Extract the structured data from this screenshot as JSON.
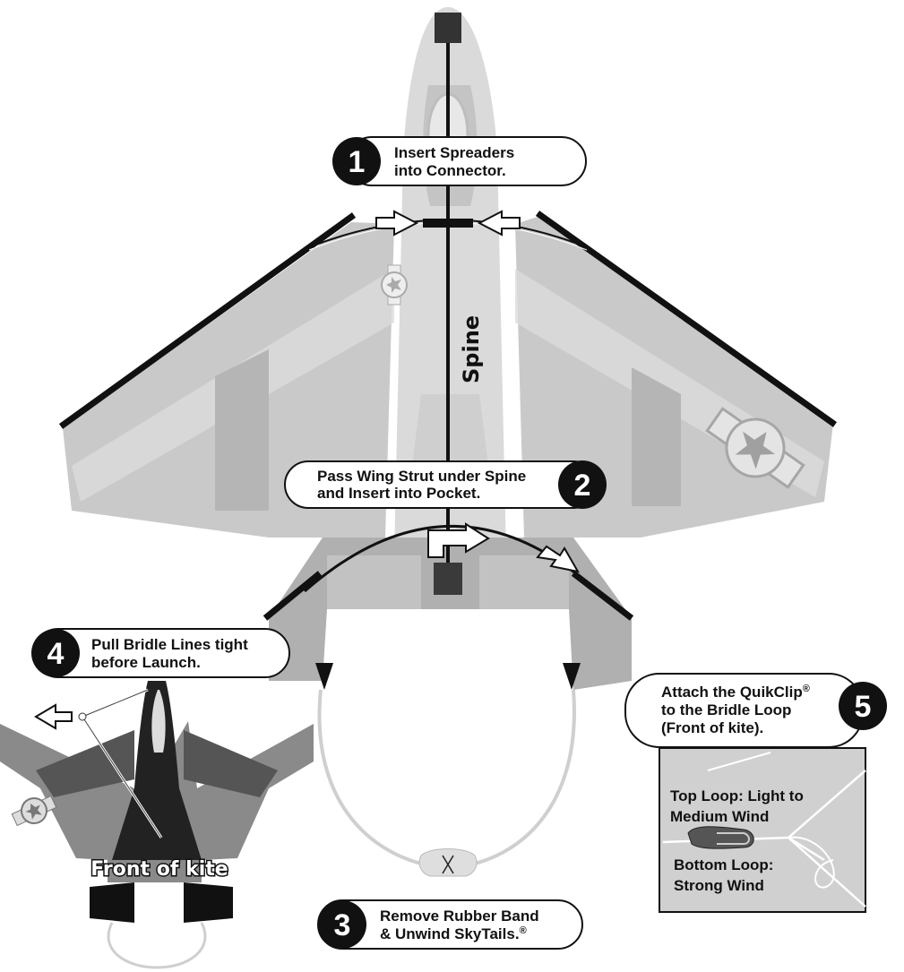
{
  "labels": {
    "spine": "Spine",
    "front_of_kite": "Front of kite"
  },
  "steps": [
    {
      "number": "1",
      "lines": [
        "Insert Spreaders",
        "into Connector."
      ]
    },
    {
      "number": "2",
      "lines": [
        "Pass Wing Strut under Spine",
        "and Insert into Pocket."
      ]
    },
    {
      "number": "3",
      "lines": [
        "Remove Rubber Band",
        "& Unwind SkyTails."
      ],
      "mark": "®"
    },
    {
      "number": "4",
      "lines": [
        "Pull Bridle Lines tight",
        "before Launch."
      ]
    },
    {
      "number": "5",
      "lines": [
        "Attach the QuikClip",
        "to the  Bridle Loop",
        "(Front of kite)."
      ],
      "mark": "®"
    }
  ],
  "detail": {
    "top_loop": [
      "Top Loop: Light to",
      "Medium Wind"
    ],
    "bottom_loop": [
      "Bottom Loop:",
      "Strong Wind"
    ]
  },
  "colors": {
    "kite_light": "#d9d9d9",
    "kite_mid": "#bdbdbd",
    "kite_dark": "#8c8c8c",
    "frame": "#111111",
    "panel": "#d0d0d0"
  }
}
